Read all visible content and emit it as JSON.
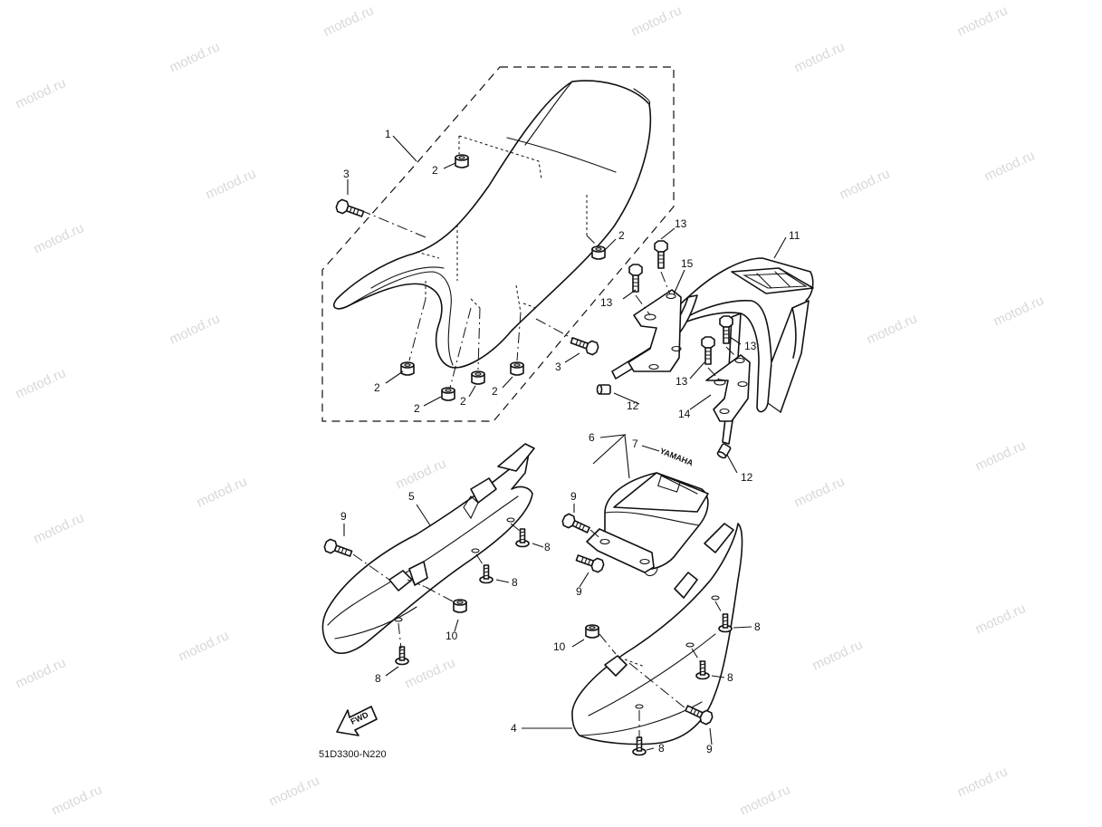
{
  "watermark": "motod.ru",
  "diagram_code": "51D3300-N220",
  "fwd_label": "FWD",
  "emblem_text": "YAMAHA",
  "callouts": {
    "c1": "1",
    "c2a": "2",
    "c2b": "2",
    "c2c": "2",
    "c2d": "2",
    "c2e": "2",
    "c2f": "2",
    "c3a": "3",
    "c3b": "3",
    "c4": "4",
    "c5": "5",
    "c6": "6",
    "c7": "7",
    "c8a": "8",
    "c8b": "8",
    "c8c": "8",
    "c8d": "8",
    "c8e": "8",
    "c8f": "8",
    "c9a": "9",
    "c9b": "9",
    "c9c": "9",
    "c9d": "9",
    "c10a": "10",
    "c10b": "10",
    "c11": "11",
    "c12a": "12",
    "c12b": "12",
    "c13a": "13",
    "c13b": "13",
    "c13c": "13",
    "c13d": "13",
    "c14": "14",
    "c15": "15"
  }
}
